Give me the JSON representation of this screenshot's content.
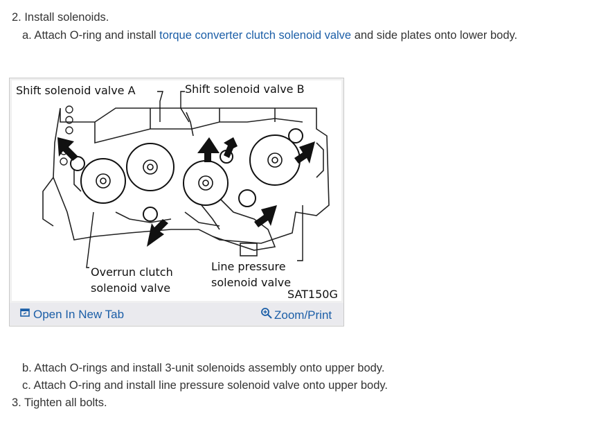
{
  "steps": {
    "step2": {
      "text": "2. Install solenoids."
    },
    "step2a": {
      "prefix": "a. Attach O-ring and install ",
      "link": "torque converter clutch solenoid valve",
      "suffix": " and side plates onto lower body."
    },
    "step2b": {
      "text": "b. Attach O-rings and install 3-unit solenoids assembly onto upper body."
    },
    "step2c": {
      "text": "c. Attach O-ring and install line pressure solenoid valve onto upper body."
    },
    "step3": {
      "text": "3. Tighten all bolts."
    }
  },
  "figure": {
    "labels": {
      "valve_a": "Shift solenoid valve A",
      "valve_b": "Shift solenoid valve B",
      "overrun_line1": "Overrun clutch",
      "overrun_line2": "solenoid valve",
      "line_pressure_line1": "Line pressure",
      "line_pressure_line2": "solenoid valve",
      "code": "SAT150G"
    },
    "actions": {
      "open_new_tab": "Open In New Tab",
      "zoom_print": "Zoom/Print"
    }
  },
  "colors": {
    "link": "#1b5ea7",
    "text": "#333333",
    "bar": "#eaeaee"
  },
  "icons": {
    "open_new_tab": "open-new-tab-icon",
    "zoom": "zoom-in-icon"
  }
}
